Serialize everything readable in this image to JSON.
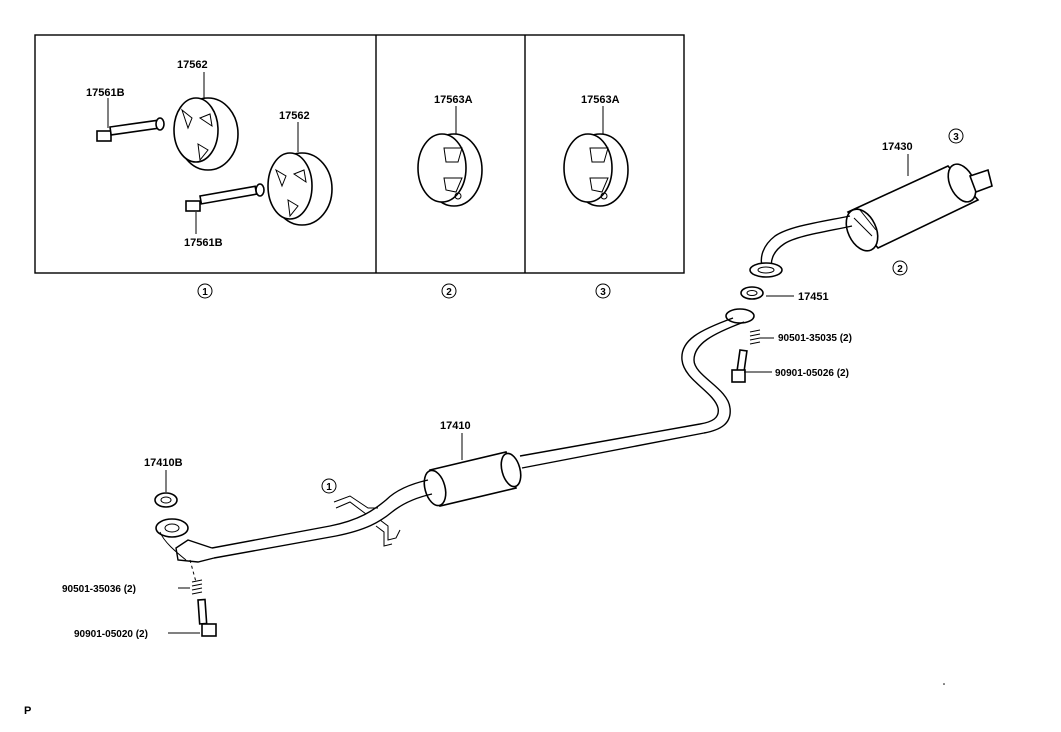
{
  "inset_labels": {
    "p17562_top": "17562",
    "p17562_right": "17562",
    "p17561b_top": "17561B",
    "p17561b_bottom": "17561B",
    "p17563a_mid": "17563A",
    "p17563a_right": "17563A"
  },
  "panel_numbers": [
    "1",
    "2",
    "3"
  ],
  "callouts": {
    "c_17430": "17430",
    "c_17451": "17451",
    "c_90501_top": "90501-35035 (2)",
    "c_90901_top": "90901-05026 (2)",
    "c_17410": "17410",
    "c_17410b": "17410B",
    "c_90501_bot": "90501-35036 (2)",
    "c_90901_bot": "90901-05020 (2)"
  },
  "circle_marks": {
    "muffler_top": "3",
    "muffler_bottom": "2",
    "hanger": "1"
  },
  "corner_letter": "P"
}
